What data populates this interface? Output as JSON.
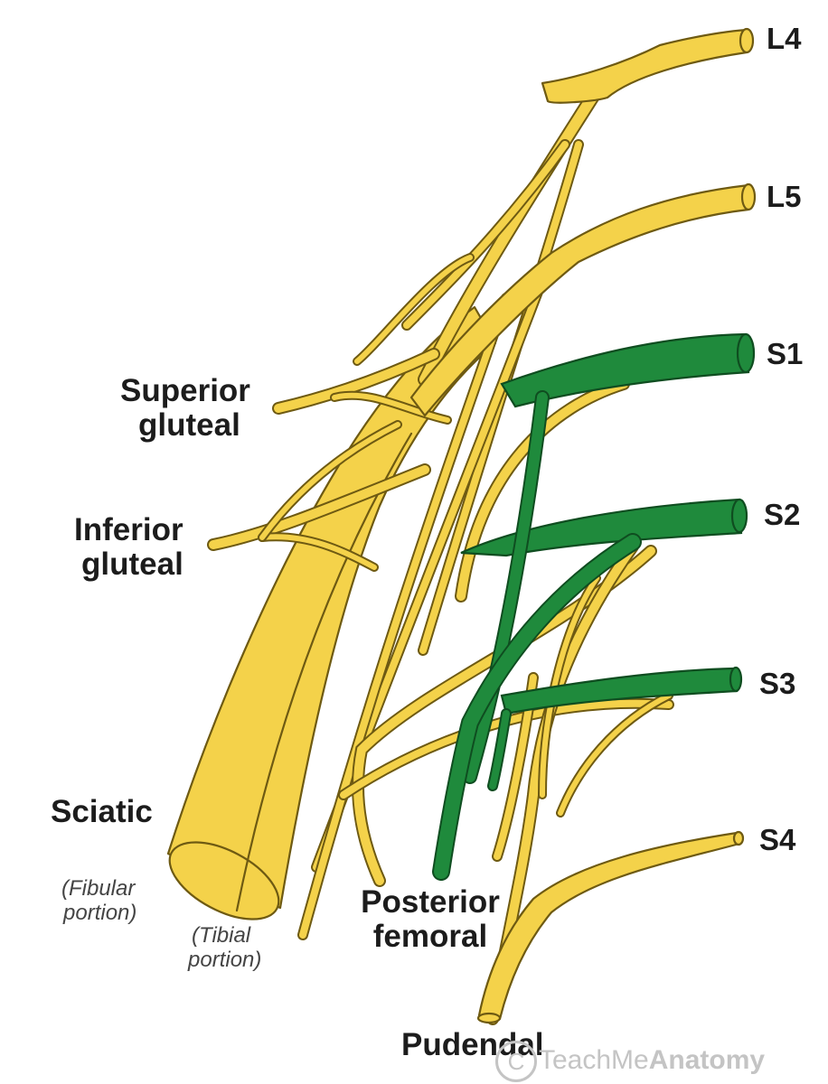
{
  "labels": {
    "roots": [
      "L4",
      "L5",
      "S1",
      "S2",
      "S3",
      "S4"
    ],
    "superior_gluteal": [
      "Superior",
      "gluteal"
    ],
    "inferior_gluteal": [
      "Inferior",
      "gluteal"
    ],
    "sciatic": "Sciatic",
    "fibular_portion": [
      "(Fibular",
      "portion)"
    ],
    "tibial_portion": [
      "(Tibial",
      "portion)"
    ],
    "posterior_femoral": [
      "Posterior",
      "femoral"
    ],
    "pudendal": "Pudendal"
  },
  "watermark": {
    "symbol": "C",
    "text_light": "TeachMe",
    "text_bold": "Anatomy"
  },
  "colors": {
    "nerve_yellow": "#f4d24a",
    "outline": "#6e5a12",
    "s1_s2_green": "#1f8a3c"
  }
}
